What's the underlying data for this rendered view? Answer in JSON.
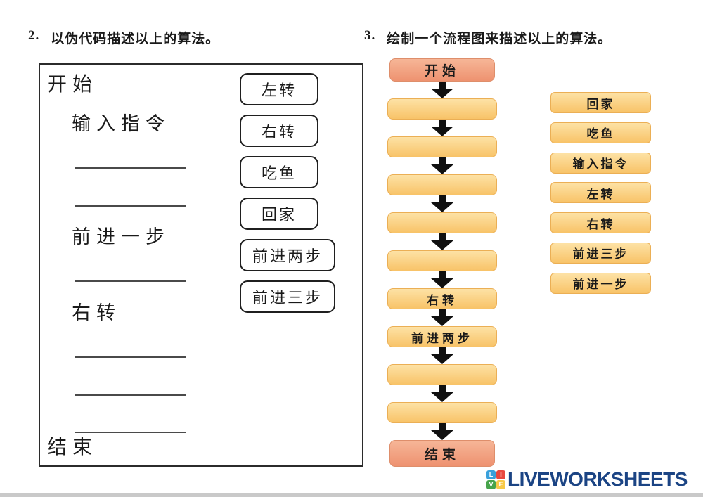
{
  "colors": {
    "terminal_top": "#f6b697",
    "terminal_bottom": "#ee9270",
    "terminal_border": "#de8e6b",
    "step_top": "#fde2a5",
    "step_bottom": "#f8c368",
    "step_border": "#ebaf55",
    "logo_navy": "#1b4484",
    "arrow_black": "#101010"
  },
  "section2": {
    "number": "2.",
    "title": "以伪代码描述以上的算法。",
    "pseudocode": {
      "start": "开始",
      "end": "结束",
      "lines": [
        {
          "type": "text",
          "text": "输入指令"
        },
        {
          "type": "blank"
        },
        {
          "type": "blank"
        },
        {
          "type": "text",
          "text": "前进一步"
        },
        {
          "type": "blank"
        },
        {
          "type": "text",
          "text": "右转"
        },
        {
          "type": "blank"
        },
        {
          "type": "blank"
        },
        {
          "type": "blank"
        }
      ]
    },
    "word_bank": [
      "左转",
      "右转",
      "吃鱼",
      "回家",
      "前进两步",
      "前进三步"
    ]
  },
  "section3": {
    "number": "3.",
    "title": "绘制一个流程图来描述以上的算法。",
    "flowchart": [
      {
        "label": "开始",
        "kind": "terminal"
      },
      {
        "label": "",
        "kind": "step"
      },
      {
        "label": "",
        "kind": "step"
      },
      {
        "label": "",
        "kind": "step"
      },
      {
        "label": "",
        "kind": "step"
      },
      {
        "label": "",
        "kind": "step"
      },
      {
        "label": "右转",
        "kind": "step"
      },
      {
        "label": "前进两步",
        "kind": "step"
      },
      {
        "label": "",
        "kind": "step"
      },
      {
        "label": "",
        "kind": "step"
      },
      {
        "label": "结束",
        "kind": "terminal"
      }
    ],
    "word_bank": [
      "回家",
      "吃鱼",
      "输入指令",
      "左转",
      "右转",
      "前进三步",
      "前进一步"
    ]
  },
  "footer": {
    "logo_text": "LIVEWORKSHEETS",
    "logo_tiles": [
      {
        "letter": "L",
        "color": "#3aa0db"
      },
      {
        "letter": "I",
        "color": "#e8473f"
      },
      {
        "letter": "V",
        "color": "#47a44b"
      },
      {
        "letter": "E",
        "color": "#f7c948"
      }
    ]
  }
}
